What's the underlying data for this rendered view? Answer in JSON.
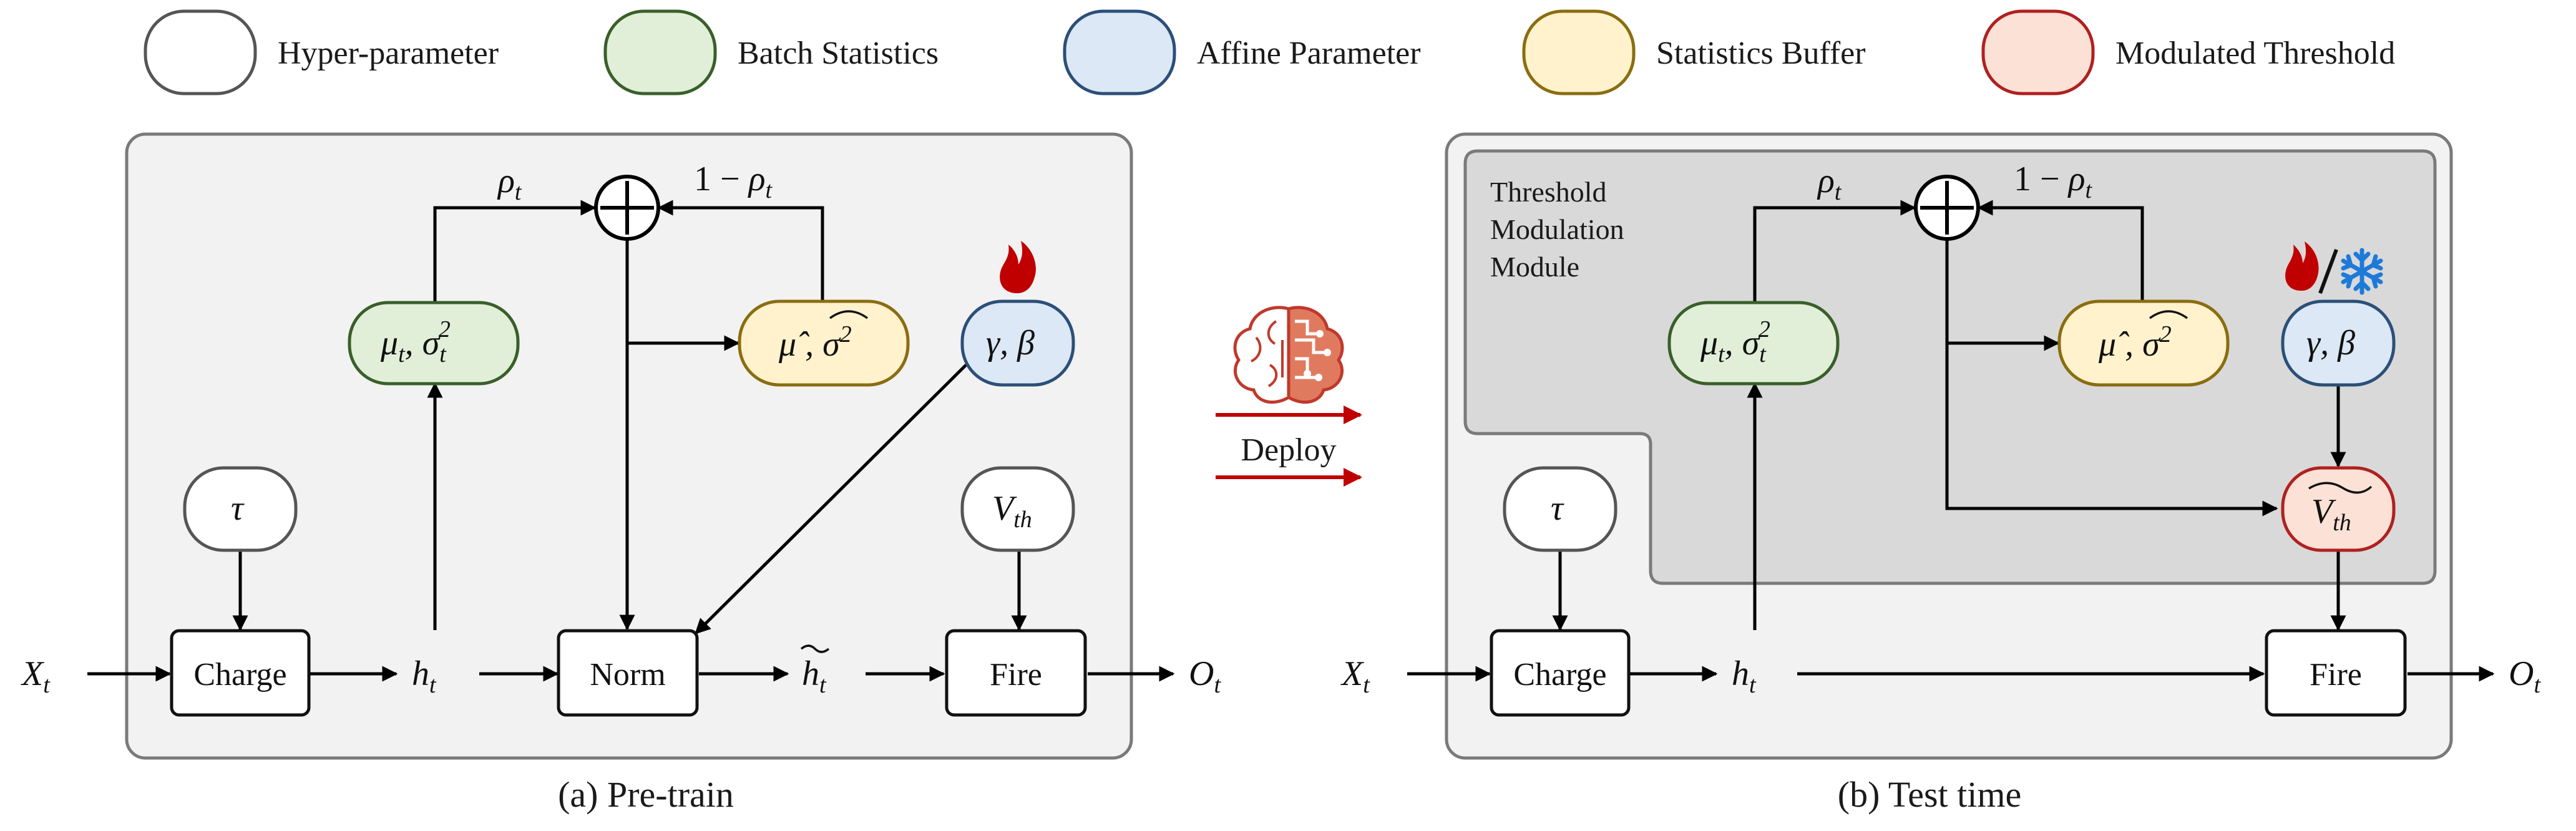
{
  "legend": [
    {
      "label": "Hyper-parameter",
      "fill": "#ffffff",
      "stroke": "#555555"
    },
    {
      "label": "Batch Statistics",
      "fill": "#e1efd9",
      "stroke": "#3a5f2a"
    },
    {
      "label": "Affine Parameter",
      "fill": "#dce8f5",
      "stroke": "#2b4f78"
    },
    {
      "label": "Statistics Buffer",
      "fill": "#fff2cc",
      "stroke": "#8a6d10"
    },
    {
      "label": "Modulated Threshold",
      "fill": "#fbe1d6",
      "stroke": "#b02020"
    }
  ],
  "colors": {
    "panel_fill": "#f2f2f2",
    "panel_stroke": "#7a7a7a",
    "module_fill": "#d9d9d9",
    "deploy_arrow": "#c00000",
    "fire_icon": "#c00000",
    "snow_icon": "#1e7ad8"
  },
  "left_panel": {
    "caption": "(a) Pre-train",
    "boxes": {
      "charge": "Charge",
      "norm": "Norm",
      "fire": "Fire"
    },
    "icons": [
      "fire-icon"
    ]
  },
  "right_panel": {
    "caption": "(b) Test time",
    "module_label": [
      "Threshold",
      "Modulation",
      "Module"
    ],
    "boxes": {
      "charge": "Charge",
      "fire": "Fire"
    },
    "icons": [
      "fire-icon",
      "snowflake-icon"
    ]
  },
  "deploy": {
    "label": "Deploy",
    "icon": "brain-icon"
  }
}
